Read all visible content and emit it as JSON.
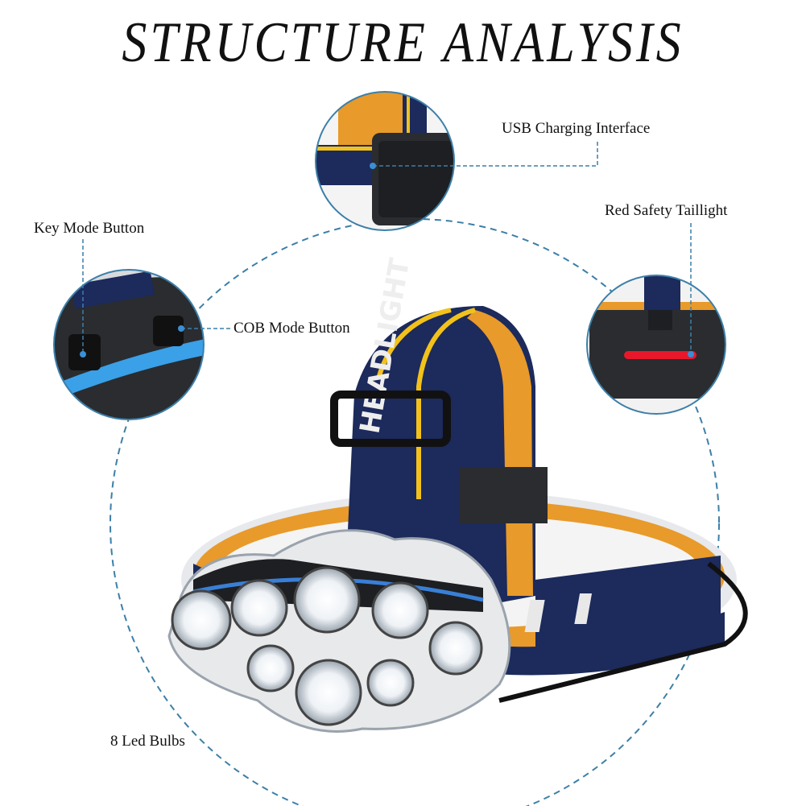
{
  "title": "STRUCTURE ANALYSIS",
  "labels": {
    "usb": "USB Charging Interface",
    "taillight": "Red Safety Taillight",
    "key_mode": "Key Mode Button",
    "cob_mode": "COB Mode Button",
    "bulbs": "8 Led Bulbs"
  },
  "band_text": "HEADLIGHT",
  "colors": {
    "band": "#1c2a5c",
    "stripe": "#f2c21a",
    "orange": "#e89a2a",
    "body": "#1d1f22",
    "accent": "#3a8fd6",
    "red": "#e8182a",
    "dash": "#3c7fa8"
  }
}
